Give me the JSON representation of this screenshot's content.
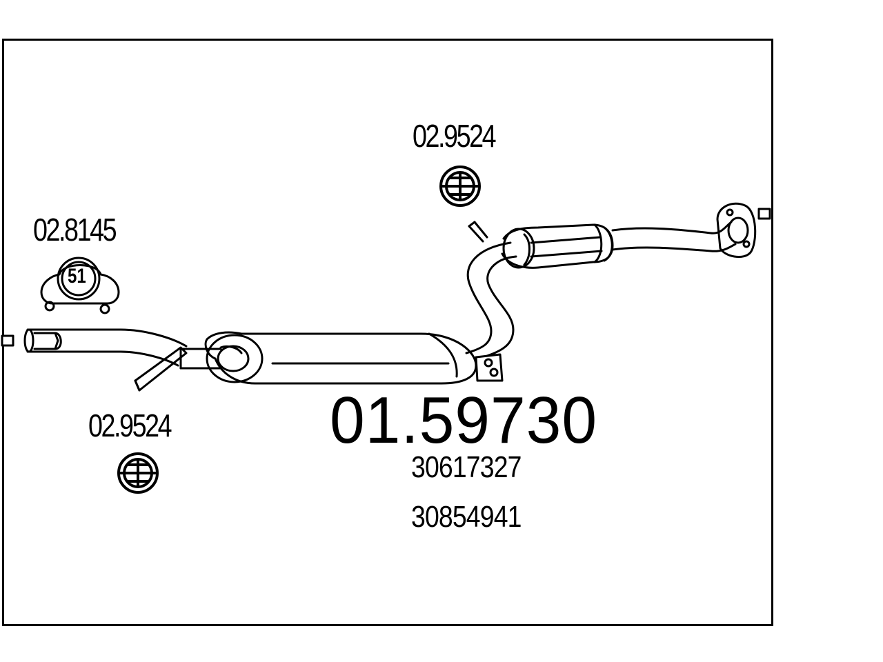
{
  "diagram": {
    "part_number": "01.59730",
    "oe_numbers": [
      "30617327",
      "30854941"
    ],
    "parts": [
      {
        "code": "02.9524",
        "icon": "rubber-mount-icon"
      },
      {
        "code": "02.8145",
        "icon": "pipe-clamp-icon",
        "clamp_size": "51"
      },
      {
        "code": "02.9524",
        "icon": "rubber-mount-icon"
      }
    ]
  },
  "colors": {
    "line": "#000000",
    "background": "#ffffff"
  }
}
